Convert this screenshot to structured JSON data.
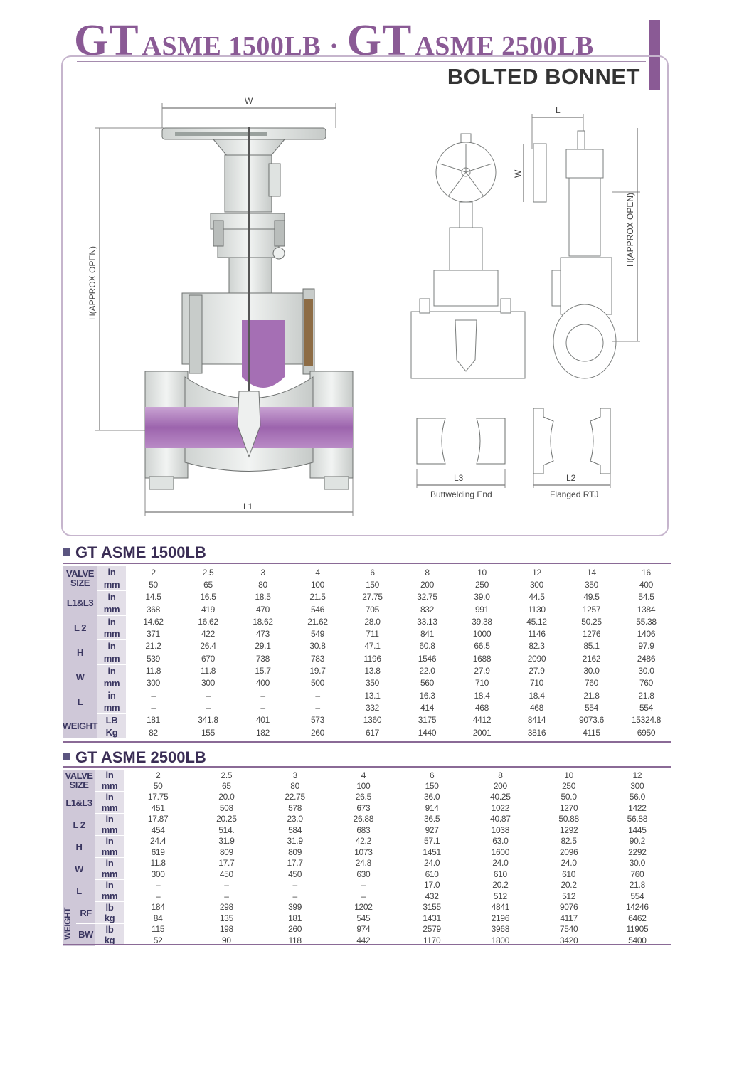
{
  "header": {
    "title_gt1": "GT",
    "title_part1": "ASME 1500LB",
    "title_sep": "·",
    "title_gt2": "GT",
    "title_part2": "ASME 2500LB",
    "subtitle": "BOLTED BONNET"
  },
  "drawing": {
    "label_w": "W",
    "label_h": "H(APPROX  OPEN)",
    "label_l1": "L1",
    "label_l": "L",
    "label_w2": "W",
    "label_h2": "H(APPROX OPEN)",
    "label_l3": "L3",
    "label_l2": "L2",
    "caption_butt": "Buttwelding End",
    "caption_flange": "Flanged RTJ"
  },
  "colors": {
    "accent": "#8a5a95",
    "fluid": "#a56fb4",
    "label_cell": "#cfc8d8"
  },
  "table1500": {
    "title": "GT ASME 1500LB",
    "groups": [
      {
        "label": "VALVE SIZE",
        "units": [
          "in",
          "mm"
        ],
        "rows": [
          [
            "2",
            "2.5",
            "3",
            "4",
            "6",
            "8",
            "10",
            "12",
            "14",
            "16"
          ],
          [
            "50",
            "65",
            "80",
            "100",
            "150",
            "200",
            "250",
            "300",
            "350",
            "400"
          ]
        ]
      },
      {
        "label": "L1&L3",
        "units": [
          "in",
          "mm"
        ],
        "rows": [
          [
            "14.5",
            "16.5",
            "18.5",
            "21.5",
            "27.75",
            "32.75",
            "39.0",
            "44.5",
            "49.5",
            "54.5"
          ],
          [
            "368",
            "419",
            "470",
            "546",
            "705",
            "832",
            "991",
            "1130",
            "1257",
            "1384"
          ]
        ]
      },
      {
        "label": "L 2",
        "units": [
          "in",
          "mm"
        ],
        "rows": [
          [
            "14.62",
            "16.62",
            "18.62",
            "21.62",
            "28.0",
            "33.13",
            "39.38",
            "45.12",
            "50.25",
            "55.38"
          ],
          [
            "371",
            "422",
            "473",
            "549",
            "711",
            "841",
            "1000",
            "1146",
            "1276",
            "1406"
          ]
        ]
      },
      {
        "label": "H",
        "units": [
          "in",
          "mm"
        ],
        "rows": [
          [
            "21.2",
            "26.4",
            "29.1",
            "30.8",
            "47.1",
            "60.8",
            "66.5",
            "82.3",
            "85.1",
            "97.9"
          ],
          [
            "539",
            "670",
            "738",
            "783",
            "1196",
            "1546",
            "1688",
            "2090",
            "2162",
            "2486"
          ]
        ]
      },
      {
        "label": "W",
        "units": [
          "in",
          "mm"
        ],
        "rows": [
          [
            "11.8",
            "11.8",
            "15.7",
            "19.7",
            "13.8",
            "22.0",
            "27.9",
            "27.9",
            "30.0",
            "30.0"
          ],
          [
            "300",
            "300",
            "400",
            "500",
            "350",
            "560",
            "710",
            "710",
            "760",
            "760"
          ]
        ]
      },
      {
        "label": "L",
        "units": [
          "in",
          "mm"
        ],
        "rows": [
          [
            "–",
            "–",
            "–",
            "–",
            "13.1",
            "16.3",
            "18.4",
            "18.4",
            "21.8",
            "21.8"
          ],
          [
            "–",
            "–",
            "–",
            "–",
            "332",
            "414",
            "468",
            "468",
            "554",
            "554"
          ]
        ]
      },
      {
        "label": "WEIGHT",
        "units": [
          "LB",
          "Kg"
        ],
        "rows": [
          [
            "181",
            "341.8",
            "401",
            "573",
            "1360",
            "3175",
            "4412",
            "8414",
            "9073.6",
            "15324.8"
          ],
          [
            "82",
            "155",
            "182",
            "260",
            "617",
            "1440",
            "2001",
            "3816",
            "4115",
            "6950"
          ]
        ]
      }
    ]
  },
  "table2500": {
    "title": "GT ASME 2500LB",
    "groups": [
      {
        "label": "VALVE SIZE",
        "units": [
          "in",
          "mm"
        ],
        "rows": [
          [
            "2",
            "2.5",
            "3",
            "4",
            "6",
            "8",
            "10",
            "12"
          ],
          [
            "50",
            "65",
            "80",
            "100",
            "150",
            "200",
            "250",
            "300"
          ]
        ]
      },
      {
        "label": "L1&L3",
        "units": [
          "in",
          "mm"
        ],
        "rows": [
          [
            "17.75",
            "20.0",
            "22.75",
            "26.5",
            "36.0",
            "40.25",
            "50.0",
            "56.0"
          ],
          [
            "451",
            "508",
            "578",
            "673",
            "914",
            "1022",
            "1270",
            "1422"
          ]
        ]
      },
      {
        "label": "L 2",
        "units": [
          "in",
          "mm"
        ],
        "rows": [
          [
            "17.87",
            "20.25",
            "23.0",
            "26.88",
            "36.5",
            "40.87",
            "50.88",
            "56.88"
          ],
          [
            "454",
            "514.",
            "584",
            "683",
            "927",
            "1038",
            "1292",
            "1445"
          ]
        ]
      },
      {
        "label": "H",
        "units": [
          "in",
          "mm"
        ],
        "rows": [
          [
            "24.4",
            "31.9",
            "31.9",
            "42.2",
            "57.1",
            "63.0",
            "82.5",
            "90.2"
          ],
          [
            "619",
            "809",
            "809",
            "1073",
            "1451",
            "1600",
            "2096",
            "2292"
          ]
        ]
      },
      {
        "label": "W",
        "units": [
          "in",
          "mm"
        ],
        "rows": [
          [
            "11.8",
            "17.7",
            "17.7",
            "24.8",
            "24.0",
            "24.0",
            "24.0",
            "30.0"
          ],
          [
            "300",
            "450",
            "450",
            "630",
            "610",
            "610",
            "610",
            "760"
          ]
        ]
      },
      {
        "label": "L",
        "units": [
          "in",
          "mm"
        ],
        "rows": [
          [
            "–",
            "–",
            "–",
            "–",
            "17.0",
            "20.2",
            "20.2",
            "21.8"
          ],
          [
            "–",
            "–",
            "–",
            "–",
            "432",
            "512",
            "512",
            "554"
          ]
        ]
      }
    ],
    "weight": {
      "label": "WEIGHT",
      "subgroups": [
        {
          "label": "RF",
          "units": [
            "lb",
            "kg"
          ],
          "rows": [
            [
              "184",
              "298",
              "399",
              "1202",
              "3155",
              "4841",
              "9076",
              "14246"
            ],
            [
              "84",
              "135",
              "181",
              "545",
              "1431",
              "2196",
              "4117",
              "6462"
            ]
          ]
        },
        {
          "label": "BW",
          "units": [
            "lb",
            "kg"
          ],
          "rows": [
            [
              "115",
              "198",
              "260",
              "974",
              "2579",
              "3968",
              "7540",
              "11905"
            ],
            [
              "52",
              "90",
              "118",
              "442",
              "1170",
              "1800",
              "3420",
              "5400"
            ]
          ]
        }
      ]
    }
  }
}
